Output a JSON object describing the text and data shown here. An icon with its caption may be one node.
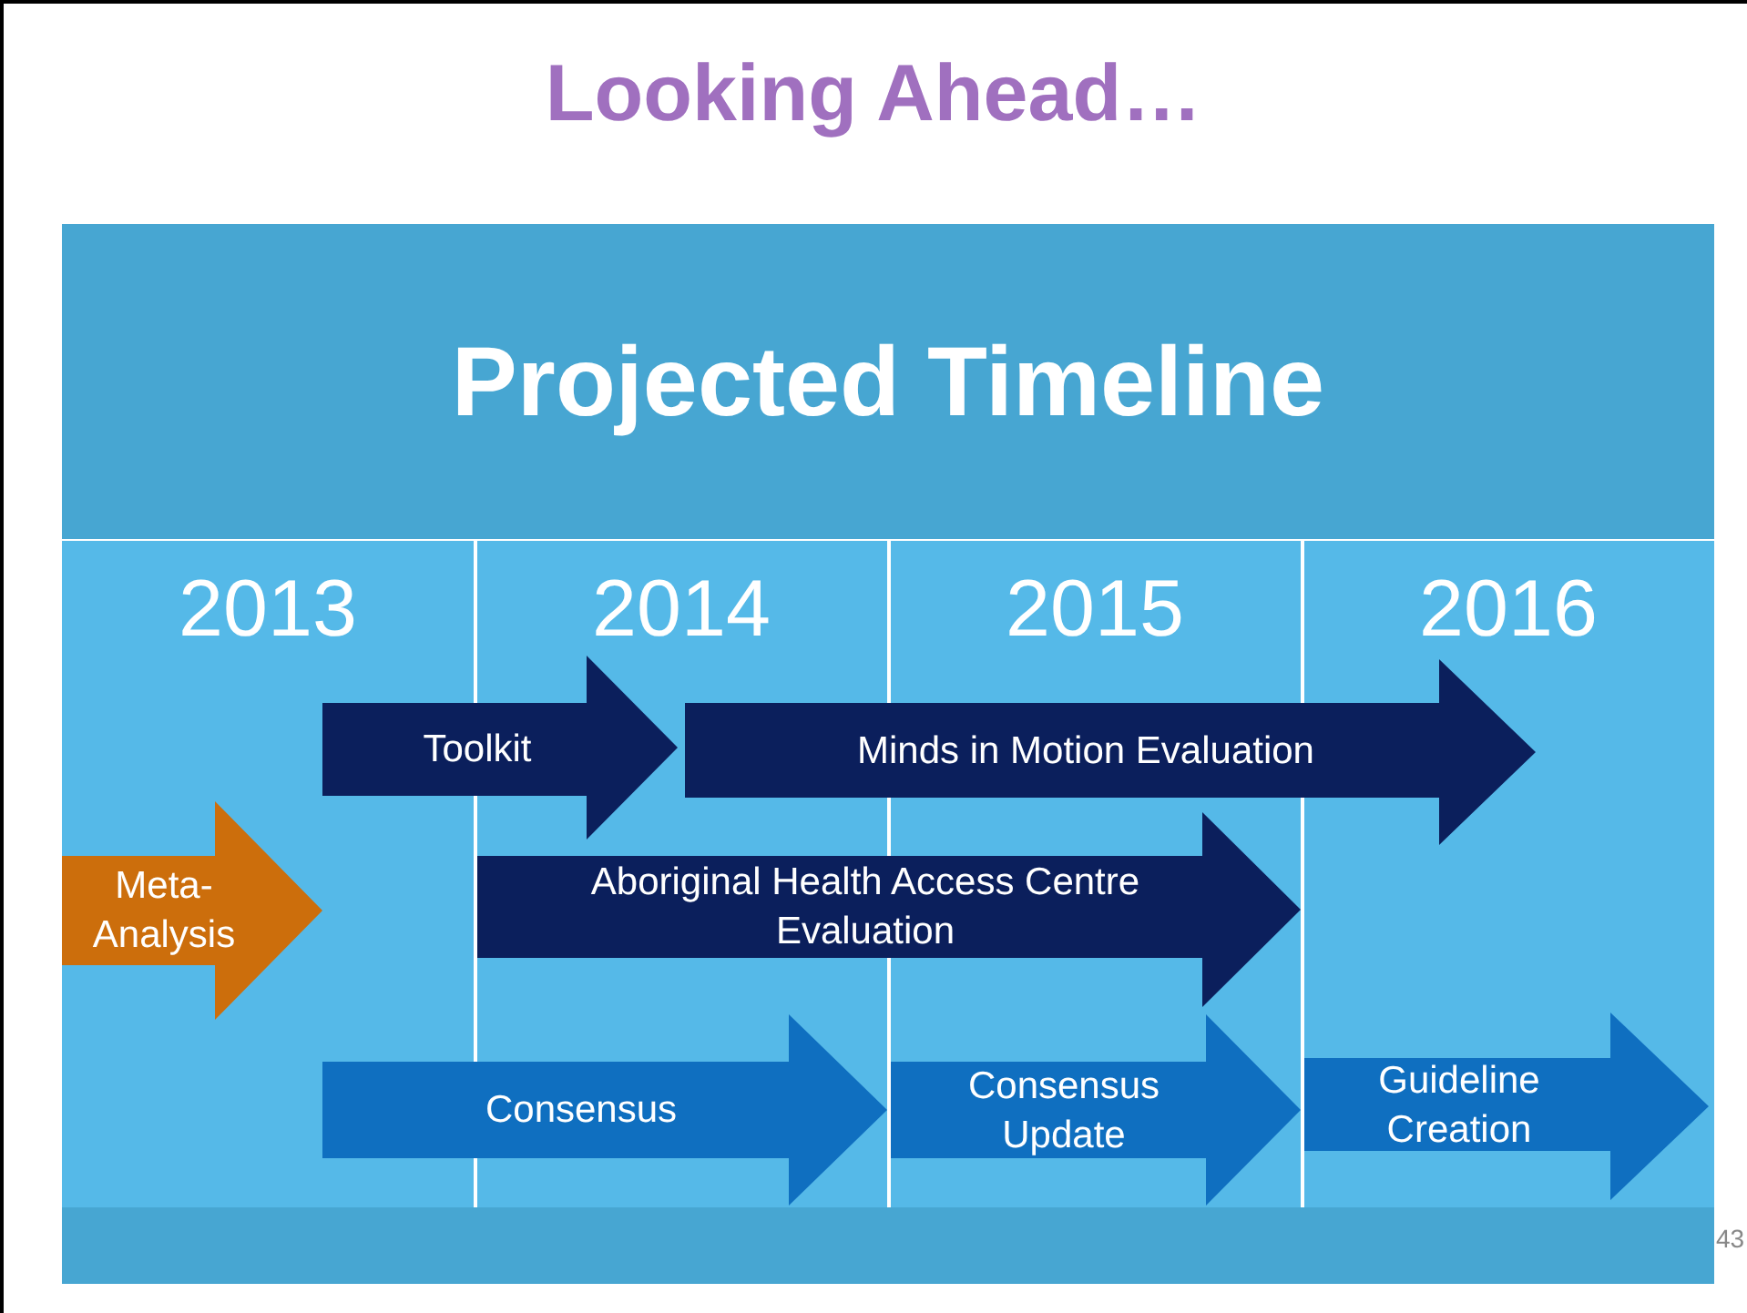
{
  "diagram": {
    "title": "Looking Ahead…",
    "nodes": [
      {
        "text": [
          "Projected Timeline"
        ]
      },
      {
        "text": [
          "Toolkit"
        ]
      },
      {
        "text": [
          "Minds in Motion Evaluation"
        ]
      },
      {
        "text": [
          "Meta-Analysis"
        ]
      },
      {
        "text": [
          "Aboriginal Health Access Centre Evaluation"
        ]
      },
      {
        "text": [
          "Consensus"
        ]
      },
      {
        "text": [
          "Consensus Update"
        ]
      },
      {
        "text": [
          "Guideline Creation"
        ]
      }
    ],
    "labels": [
      "2013",
      "2014",
      "2015",
      "2016",
      "43"
    ]
  }
}
